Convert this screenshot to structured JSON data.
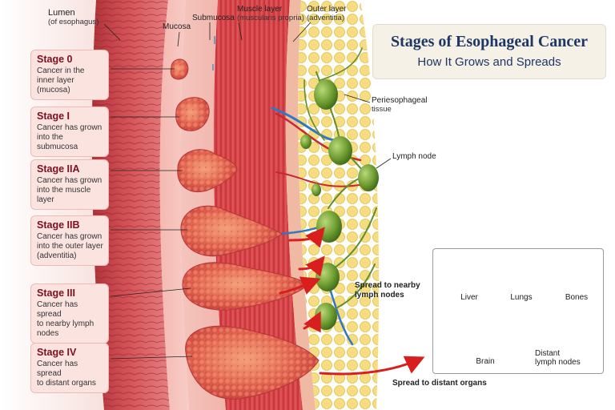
{
  "title": {
    "main": "Stages of Esophageal Cancer",
    "sub": "How It Grows and Spreads"
  },
  "layers": {
    "lumen": {
      "title": "Lumen",
      "sub": "(of esophagus)"
    },
    "mucosa": {
      "title": "Mucosa"
    },
    "submucosa": {
      "title": "Submucosa"
    },
    "muscle": {
      "title": "Muscle layer",
      "sub": "(muscularis propria)"
    },
    "outer": {
      "title": "Outer layer",
      "sub": "(adventitia)"
    },
    "periesophageal": {
      "title": "Periesophageal",
      "sub": "tissue"
    },
    "lymph_node": {
      "title": "Lymph node"
    }
  },
  "stages": [
    {
      "name": "Stage 0",
      "desc": [
        "Cancer in the",
        "inner layer",
        "(mucosa)"
      ]
    },
    {
      "name": "Stage I",
      "desc": [
        "Cancer has grown",
        "into the submucosa"
      ]
    },
    {
      "name": "Stage IIA",
      "desc": [
        "Cancer has grown",
        "into the muscle layer"
      ]
    },
    {
      "name": "Stage IIB",
      "desc": [
        "Cancer has grown",
        "into the outer layer",
        "(adventitia)"
      ]
    },
    {
      "name": "Stage III",
      "desc": [
        "Cancer has spread",
        "to nearby lymph nodes"
      ]
    },
    {
      "name": "Stage IV",
      "desc": [
        "Cancer has spread",
        "to distant organs"
      ]
    }
  ],
  "spread_labels": {
    "nearby": [
      "Spread to nearby",
      "lymph nodes"
    ],
    "distant": "Spread to distant organs"
  },
  "organs": {
    "liver": "Liver",
    "lungs": "Lungs",
    "bones": "Bones",
    "brain": "Brain",
    "distant_nodes": [
      "Distant",
      "lymph nodes"
    ]
  },
  "colors": {
    "tumor": "#e0584a",
    "mucosa": "#f2b3ad",
    "muscle": "#d8474a",
    "adventitia": "#f3d77a",
    "lymph": "#7aa53a",
    "arrow": "#d81e1e",
    "title": "#1d3766"
  }
}
